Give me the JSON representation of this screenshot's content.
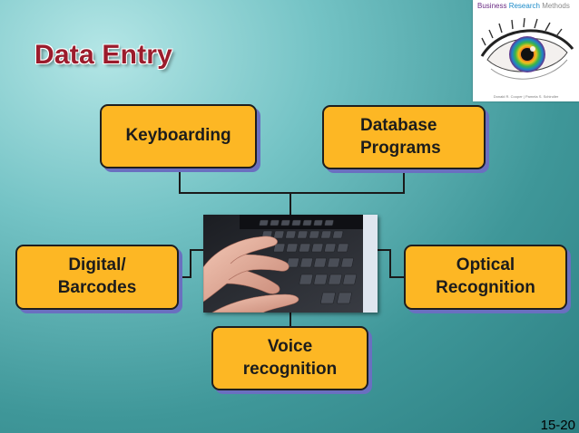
{
  "title": "Data Entry",
  "book": {
    "title_words": [
      "Business",
      "Research",
      "Methods"
    ],
    "authors": "Donald R. Cooper  |  Pamela S. Schindler"
  },
  "boxes": {
    "keyboarding": [
      "Keyboarding"
    ],
    "database": [
      "Database",
      "Programs"
    ],
    "digital": [
      "Digital/",
      "Barcodes"
    ],
    "optical": [
      "Optical",
      "Recognition"
    ],
    "voice": [
      "Voice",
      "recognition"
    ]
  },
  "slide_number": "15-20",
  "colors": {
    "box_fill": "#fdb724",
    "box_border": "#1e1e1e",
    "box_shadow": "#6a6fc0",
    "title": "#9b1c2c",
    "connector": "#1a1a1a",
    "background": "#4ea7a9"
  },
  "icons": {
    "book_cover": "eye-image",
    "center_photo": "hands-typing-on-keyboard"
  }
}
